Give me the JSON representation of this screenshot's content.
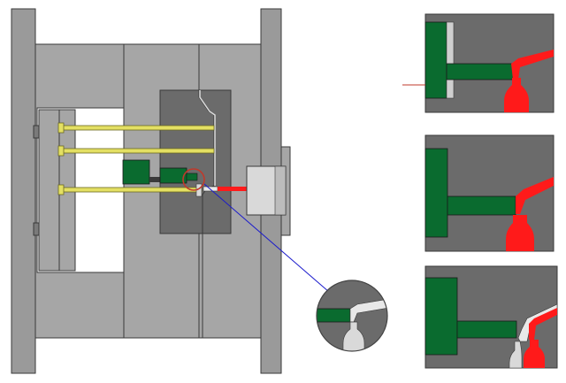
{
  "diagram": {
    "description_free": true,
    "colors": {
      "frame": "#9a9a9a",
      "frame_edge": "#3a3a3a",
      "mold_gray": "#a6a6a6",
      "cavity_dark": "#6b6b6b",
      "pin_yellow": "#e4e063",
      "pin_edge": "#6b6a21",
      "plastic_green": "#0a6b2f",
      "melt_red": "#ff1a1a",
      "nozzle_light": "#d9d9d9",
      "highlight_circle": "#c0392b",
      "leader_line": "#1a1acc",
      "marker_line": "#c0392b"
    },
    "panels": [
      {
        "id": "detail-1",
        "stage": "filling"
      },
      {
        "id": "detail-2",
        "stage": "gate-cut"
      },
      {
        "id": "detail-3",
        "stage": "separated"
      }
    ]
  }
}
